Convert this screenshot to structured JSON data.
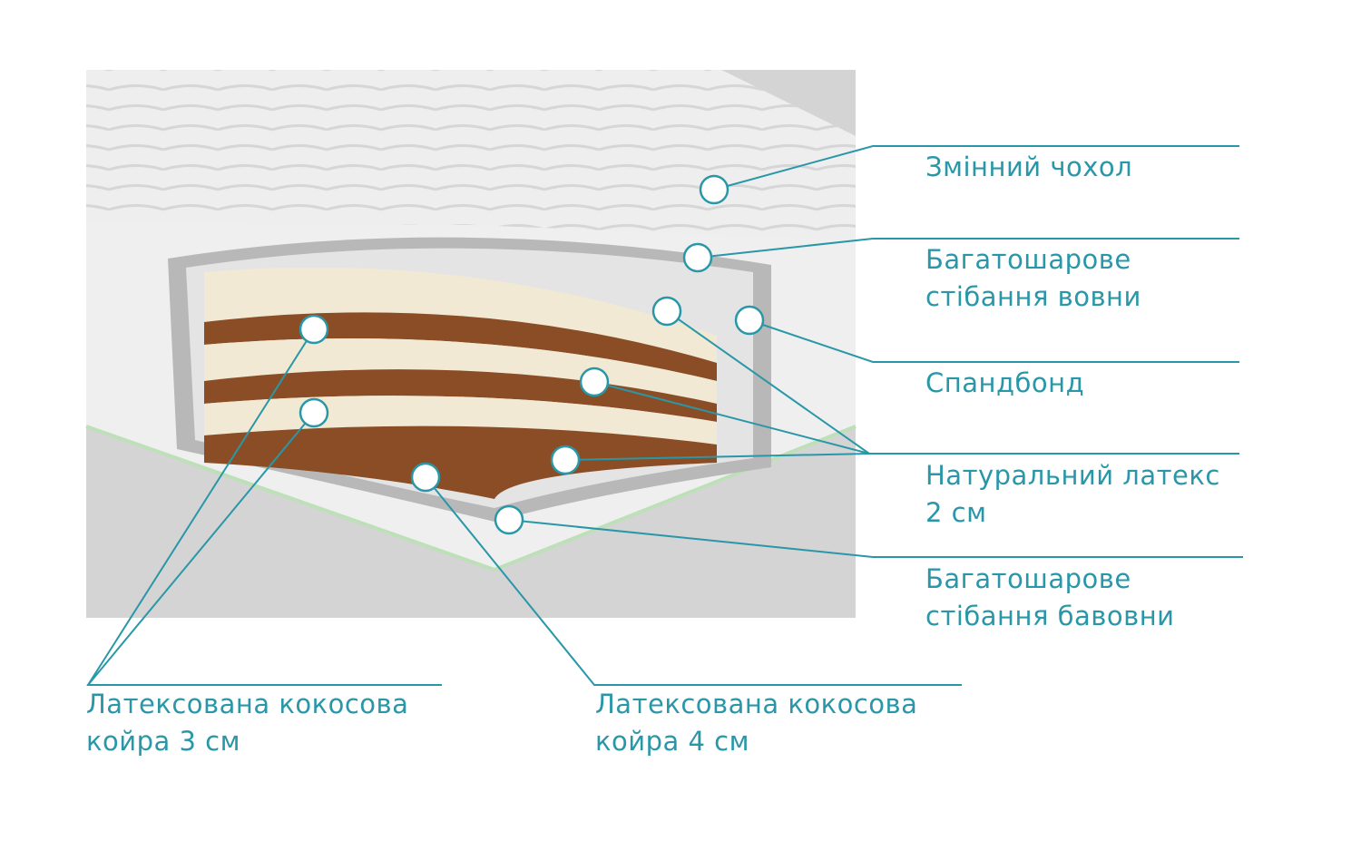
{
  "accent_color": "#2a97a8",
  "labels": {
    "cover": {
      "line1": "Змінний чохол"
    },
    "wool": {
      "line1": "Багатошарове",
      "line2": "стібання вовни"
    },
    "spunbond": {
      "line1": "Спандбонд"
    },
    "latex": {
      "line1": "Натуральний латекс",
      "line2": "2 см"
    },
    "cotton": {
      "line1": "Багатошарове",
      "line2": "стібання бавовни"
    },
    "coir3": {
      "line1": "Латексована кокосова",
      "line2": "койра 3 см"
    },
    "coir4": {
      "line1": "Латексована кокосова",
      "line2": "койра 4 см"
    }
  }
}
